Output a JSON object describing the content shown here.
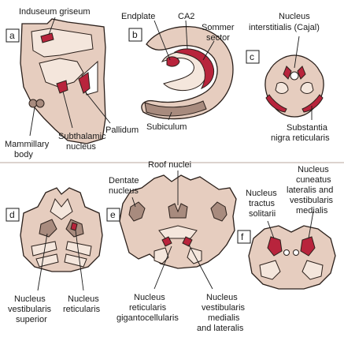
{
  "panels": {
    "a": {
      "letter": "a",
      "labels": {
        "induseum": "Induseum griseum",
        "mammillary_1": "Mammillary",
        "mammillary_2": "body",
        "subthalamic_1": "Subthalamic",
        "subthalamic_2": "nucleus",
        "pallidum": "Pallidum"
      }
    },
    "b": {
      "letter": "b",
      "labels": {
        "endplate": "Endplate",
        "ca2": "CA2",
        "sommer_1": "Sommer",
        "sommer_2": "sector",
        "subiculum": "Subiculum"
      }
    },
    "c": {
      "letter": "c",
      "labels": {
        "interstitialis_1": "Nucleus",
        "interstitialis_2": "interstitialis (Cajal)",
        "nigra_1": "Substantia",
        "nigra_2": "nigra reticularis"
      }
    },
    "d": {
      "letter": "d",
      "labels": {
        "vest_sup_1": "Nucleus",
        "vest_sup_2": "vestibularis",
        "vest_sup_3": "superior",
        "reticularis_1": "Nucleus",
        "reticularis_2": "reticularis"
      }
    },
    "e": {
      "letter": "e",
      "labels": {
        "roof": "Roof nuclei",
        "dentate_1": "Dentate",
        "dentate_2": "nucleus",
        "giganto_1": "Nucleus",
        "giganto_2": "reticularis",
        "giganto_3": "gigantocellularis",
        "vest_ml_1": "Nucleus",
        "vest_ml_2": "vestibularis",
        "vest_ml_3": "medialis",
        "vest_ml_4": "and lateralis"
      }
    },
    "f": {
      "letter": "f",
      "labels": {
        "tractus_1": "Nucleus",
        "tractus_2": "tractus",
        "tractus_3": "solitarii",
        "cuneatus_1": "Nucleus",
        "cuneatus_2": "cuneatus",
        "cuneatus_3": "lateralis and",
        "cuneatus_4": "vestibularis",
        "cuneatus_5": "medialis"
      }
    }
  }
}
